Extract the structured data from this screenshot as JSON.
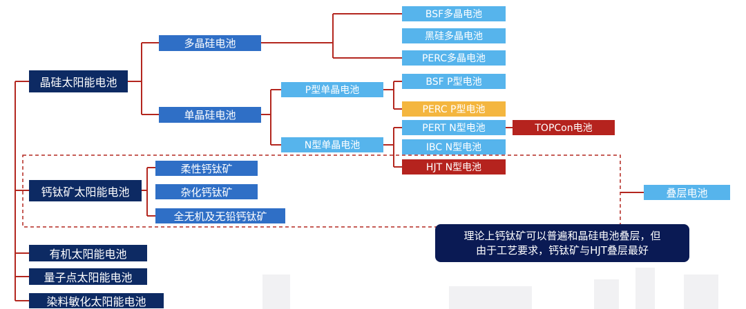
{
  "colors": {
    "dark_navy": "#0d2a63",
    "mid_blue": "#2f6fc6",
    "light_blue": "#56b4ec",
    "amber": "#f4b63f",
    "red": "#b5231e",
    "connector": "#b3261e",
    "note_bg": "#0a1a54"
  },
  "nodes": {
    "crystalline": "晶硅太阳能电池",
    "poly": "多晶硅电池",
    "bsf_poly": "BSF多晶电池",
    "black_poly": "黑硅多晶电池",
    "perc_poly": "PERC多晶电池",
    "mono": "单晶硅电池",
    "p_mono": "P型单晶电池",
    "n_mono": "N型单晶电池",
    "bsf_p": "BSF P型电池",
    "perc_p": "PERC P型电池",
    "pert_n": "PERT N型电池",
    "topcon": "TOPCon电池",
    "ibc_n": "IBC N型电池",
    "hjt_n": "HJT N型电池",
    "perovskite": "钙钛矿太阳能电池",
    "flexible": "柔性钙钛矿",
    "hybrid": "杂化钙钛矿",
    "inorganic": "全无机及无铅钙钛矿",
    "tandem": "叠层电池",
    "organic": "有机太阳能电池",
    "quantum_dot": "量子点太阳能电池",
    "dye": "染料敏化太阳能电池"
  },
  "note": {
    "line1": "理论上钙钛矿可以普遍和晶硅电池叠层，但",
    "line2": "由于工艺要求，钙钛矿与HJT叠层最好"
  }
}
